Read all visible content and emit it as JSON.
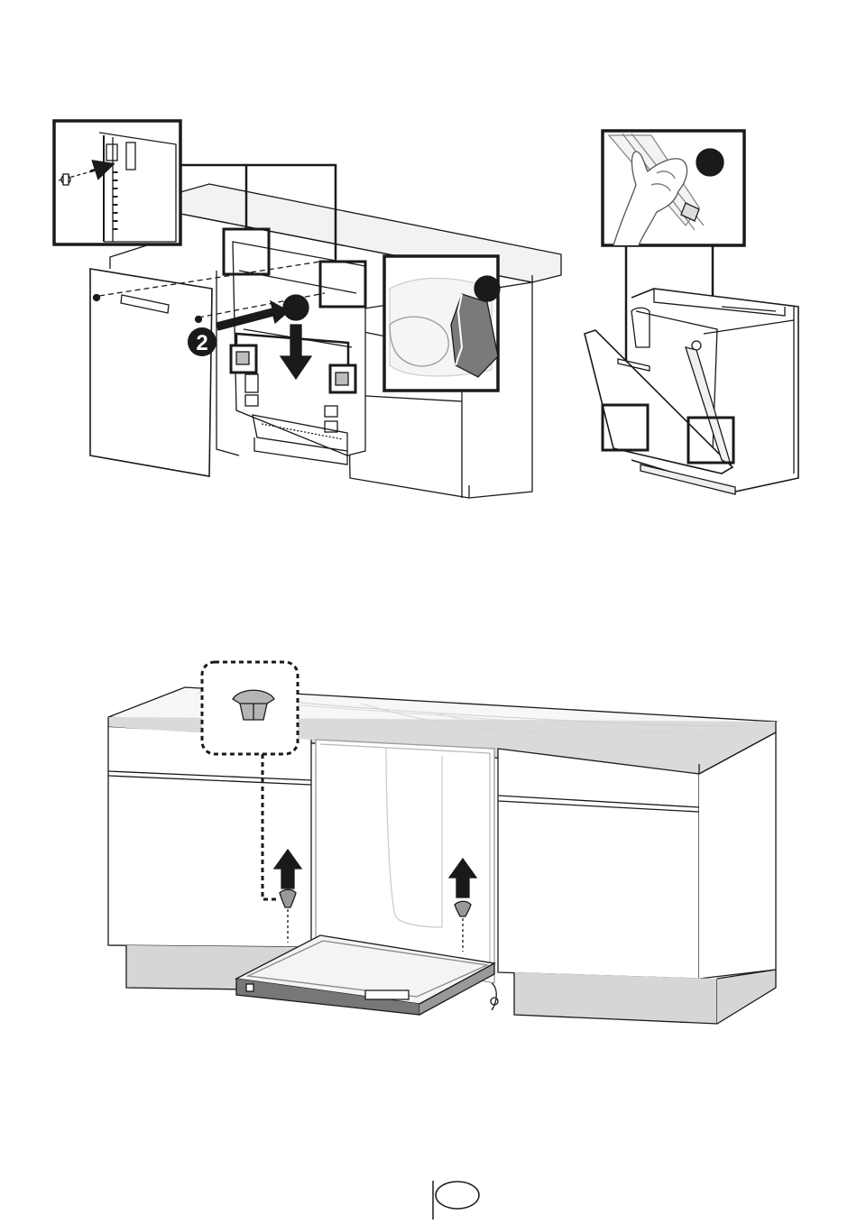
{
  "figure_top": {
    "step_markers": [
      {
        "id": "step-2",
        "label": "2"
      },
      {
        "id": "step-3",
        "label": ""
      },
      {
        "id": "step-4",
        "label": ""
      },
      {
        "id": "step-5",
        "label": ""
      }
    ]
  },
  "figure_bottom": {},
  "footer": {
    "page_badge": ""
  }
}
